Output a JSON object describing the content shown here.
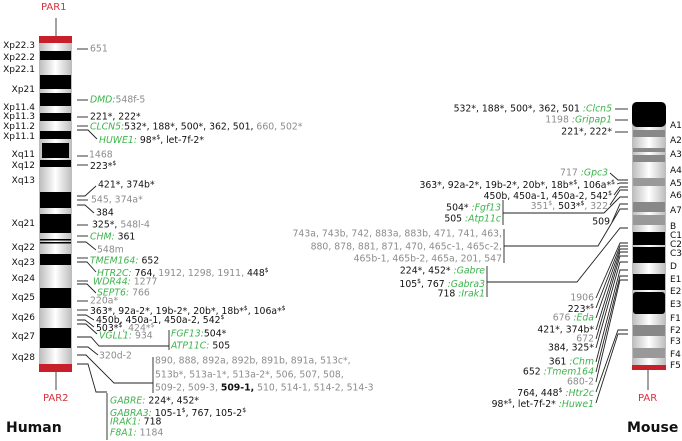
{
  "human": {
    "title": "Human",
    "par_top": "PAR1",
    "par_bottom": "PAR2",
    "bands": [
      "Xp22.3",
      "Xp22.2",
      "Xp22.1",
      "Xp21",
      "Xp11.4",
      "Xp11.3",
      "Xp11.2",
      "Xp11.1",
      "Xq11",
      "Xq12",
      "Xq13",
      "Xq21",
      "Xq22",
      "Xq23",
      "Xq24",
      "Xq25",
      "Xq26",
      "Xq27",
      "Xq28"
    ],
    "labels": [
      {
        "parts": [
          [
            "651",
            "m"
          ]
        ]
      },
      {
        "parts": [
          [
            "DMD:",
            "g"
          ],
          [
            "548f-5",
            "m"
          ]
        ]
      },
      {
        "parts": [
          [
            "221*, 222*",
            "k"
          ]
        ]
      },
      {
        "parts": [
          [
            "CLCN5:",
            "g"
          ],
          [
            "532*, 188*, 500*, 362, 501, ",
            "k"
          ],
          [
            "660, 502*",
            "m"
          ]
        ]
      },
      {
        "parts": [
          [
            "HUWE1:",
            "g"
          ],
          [
            " 98*",
            "k"
          ],
          [
            "$",
            "s"
          ],
          [
            ", let-7f-2*",
            "k"
          ]
        ]
      },
      {
        "parts": [
          [
            "1468",
            "m"
          ]
        ]
      },
      {
        "parts": [
          [
            "223*",
            "k"
          ],
          [
            "$",
            "s"
          ]
        ]
      },
      {
        "parts": [
          [
            "421*, 374b*",
            "k"
          ]
        ]
      },
      {
        "parts": [
          [
            "545, 374a*",
            "m"
          ]
        ]
      },
      {
        "parts": [
          [
            "384",
            "k"
          ]
        ]
      },
      {
        "parts": [
          [
            "325*, ",
            "k"
          ],
          [
            "548l-4",
            "m"
          ]
        ]
      },
      {
        "parts": [
          [
            "CHM:",
            "g"
          ],
          [
            " 361",
            "k"
          ]
        ]
      },
      {
        "parts": [
          [
            "548m",
            "m"
          ]
        ]
      },
      {
        "parts": [
          [
            "TMEM164:",
            "g"
          ],
          [
            " 652",
            "k"
          ]
        ]
      },
      {
        "parts": [
          [
            "HTR2C:",
            "g"
          ],
          [
            " 764, ",
            "k"
          ],
          [
            "1912, 1298, 1911, ",
            "m"
          ],
          [
            "448",
            "k"
          ],
          [
            "$",
            "s"
          ]
        ]
      },
      {
        "parts": [
          [
            "WDR44:",
            "g"
          ],
          [
            " 1277",
            "m"
          ]
        ]
      },
      {
        "parts": [
          [
            "SEPT6:",
            "g"
          ],
          [
            " 766",
            "m"
          ]
        ]
      },
      {
        "parts": [
          [
            "220a*",
            "m"
          ]
        ]
      },
      {
        "parts": [
          [
            "363*, 92a-2*, 19b-2*, 20b*, 18b*",
            "k"
          ],
          [
            "$",
            "s"
          ],
          [
            ", 106a*",
            "k"
          ],
          [
            "$",
            "s"
          ]
        ]
      },
      {
        "parts": [
          [
            "450b, 450a-1, 450a-2, 542",
            "k"
          ],
          [
            "$",
            "s"
          ]
        ]
      },
      {
        "parts": [
          [
            "503*",
            "k"
          ],
          [
            "$",
            "s"
          ],
          [
            ", 424*",
            "m"
          ],
          [
            "$",
            "t"
          ]
        ]
      },
      {
        "parts": [
          [
            "VGLL1:",
            "g"
          ],
          [
            " 934",
            "m"
          ]
        ]
      },
      {
        "parts": [
          [
            "FGF13:",
            "g"
          ],
          [
            "504*",
            "k"
          ]
        ]
      },
      {
        "parts": [
          [
            "ATP11C:",
            "g"
          ],
          [
            " 505",
            "k"
          ]
        ]
      },
      {
        "parts": [
          [
            "320d-2",
            "m"
          ]
        ]
      },
      {
        "parts": [
          [
            "890,  888,  892a,  892b,  891b,  891a,  513c*,",
            "m"
          ]
        ]
      },
      {
        "parts": [
          [
            "513b*, 513a-1*, 513a-2*, 506, 507, 508,",
            "m"
          ]
        ]
      },
      {
        "parts": [
          [
            "509-2, 509-3, ",
            "m"
          ],
          [
            "509-1,",
            "b"
          ],
          [
            " 510, 514-1, 514-2, 514-3",
            "m"
          ]
        ]
      },
      {
        "parts": [
          [
            "GABRE:",
            "g"
          ],
          [
            " 224*, 452*",
            "k"
          ]
        ]
      },
      {
        "parts": [
          [
            "GABRA3:",
            "g"
          ],
          [
            " 105-1",
            "k"
          ],
          [
            "$",
            "s"
          ],
          [
            ", 767, 105-2",
            "k"
          ],
          [
            "$",
            "s"
          ]
        ]
      },
      {
        "parts": [
          [
            "IRAK1:",
            "g"
          ],
          [
            " 718",
            "k"
          ]
        ]
      },
      {
        "parts": [
          [
            "F8A1:",
            "g"
          ],
          [
            " 1184",
            "m"
          ]
        ]
      }
    ]
  },
  "mouse": {
    "title": "Mouse",
    "par": "PAR",
    "bands": [
      "A1",
      "A2",
      "A3",
      "A4",
      "A5",
      "A6",
      "A7",
      "B",
      "C1",
      "C2",
      "C3",
      "D",
      "E1",
      "E2",
      "E3",
      "F1",
      "F2",
      "F3",
      "F4",
      "F5"
    ],
    "labels": [
      {
        "parts": [
          [
            "532*, 188*, 500*, 362, 501 ",
            "k"
          ],
          [
            ":Clcn5",
            "g"
          ]
        ]
      },
      {
        "parts": [
          [
            "1198 ",
            "m"
          ],
          [
            ":Gripap1",
            "g"
          ]
        ]
      },
      {
        "parts": [
          [
            "221*, 222*",
            "k"
          ]
        ]
      },
      {
        "parts": [
          [
            "717 ",
            "m"
          ],
          [
            ":Gpc3",
            "g"
          ]
        ]
      },
      {
        "parts": [
          [
            "363*, 92a-2*, 19b-2*, 20b*, 18b*",
            "k"
          ],
          [
            "$",
            "s"
          ],
          [
            ", 106a*",
            "k"
          ],
          [
            "$",
            "s"
          ]
        ]
      },
      {
        "parts": [
          [
            "450b, 450a-1, 450a-2, 542",
            "k"
          ],
          [
            "$",
            "s"
          ]
        ]
      },
      {
        "parts": [
          [
            "351",
            "m"
          ],
          [
            "$",
            "t"
          ],
          [
            ", ",
            "m"
          ],
          [
            "503*",
            "k"
          ],
          [
            "$",
            "s"
          ],
          [
            ", 322",
            "m"
          ]
        ]
      },
      {
        "parts": [
          [
            "504* ",
            "k"
          ],
          [
            ":Fgf13",
            "g"
          ]
        ]
      },
      {
        "parts": [
          [
            "505 ",
            "k"
          ],
          [
            ":Atp11c",
            "g"
          ]
        ]
      },
      {
        "parts": [
          [
            "509",
            "k"
          ]
        ]
      },
      {
        "parts": [
          [
            "743a, 743b, 742, 883a, 883b, 471, 741, 463,",
            "m"
          ]
        ]
      },
      {
        "parts": [
          [
            "880, 878, 881, 871, 470, 465c-1, 465c-2,",
            "m"
          ]
        ]
      },
      {
        "parts": [
          [
            "465b-1, 465b-2, 465a, 201, 547",
            "m"
          ]
        ]
      },
      {
        "parts": [
          [
            "224*, 452* ",
            "k"
          ],
          [
            ":Gabre",
            "g"
          ]
        ]
      },
      {
        "parts": [
          [
            "105",
            "k"
          ],
          [
            "$",
            "s"
          ],
          [
            ", 767 ",
            "k"
          ],
          [
            ":Gabra3",
            "g"
          ]
        ]
      },
      {
        "parts": [
          [
            "718 ",
            "k"
          ],
          [
            ":Irak1",
            "g"
          ]
        ]
      },
      {
        "parts": [
          [
            "1906",
            "m"
          ]
        ]
      },
      {
        "parts": [
          [
            "223*",
            "k"
          ],
          [
            "$",
            "s"
          ]
        ]
      },
      {
        "parts": [
          [
            "676 ",
            "m"
          ],
          [
            ":Eda",
            "g"
          ]
        ]
      },
      {
        "parts": [
          [
            "421*, 374b*",
            "k"
          ]
        ]
      },
      {
        "parts": [
          [
            "672",
            "m"
          ]
        ]
      },
      {
        "parts": [
          [
            "384, 325*",
            "k"
          ]
        ]
      },
      {
        "parts": [
          [
            "361 ",
            "k"
          ],
          [
            ":Chm",
            "g"
          ]
        ]
      },
      {
        "parts": [
          [
            "652 ",
            "k"
          ],
          [
            ":Tmem164",
            "g"
          ]
        ]
      },
      {
        "parts": [
          [
            "680-2",
            "m"
          ]
        ]
      },
      {
        "parts": [
          [
            "764, 448",
            "k"
          ],
          [
            "$",
            "s"
          ],
          [
            " :Htr2c",
            "g"
          ]
        ]
      },
      {
        "parts": [
          [
            "98*",
            "k"
          ],
          [
            "$",
            "s"
          ],
          [
            ", let-7f-2* ",
            "k"
          ],
          [
            ":Huwe1",
            "g"
          ]
        ]
      }
    ]
  },
  "colors": {
    "gene": "#3cb44b",
    "par": "#d9303b",
    "muted": "#8c8c8c"
  }
}
